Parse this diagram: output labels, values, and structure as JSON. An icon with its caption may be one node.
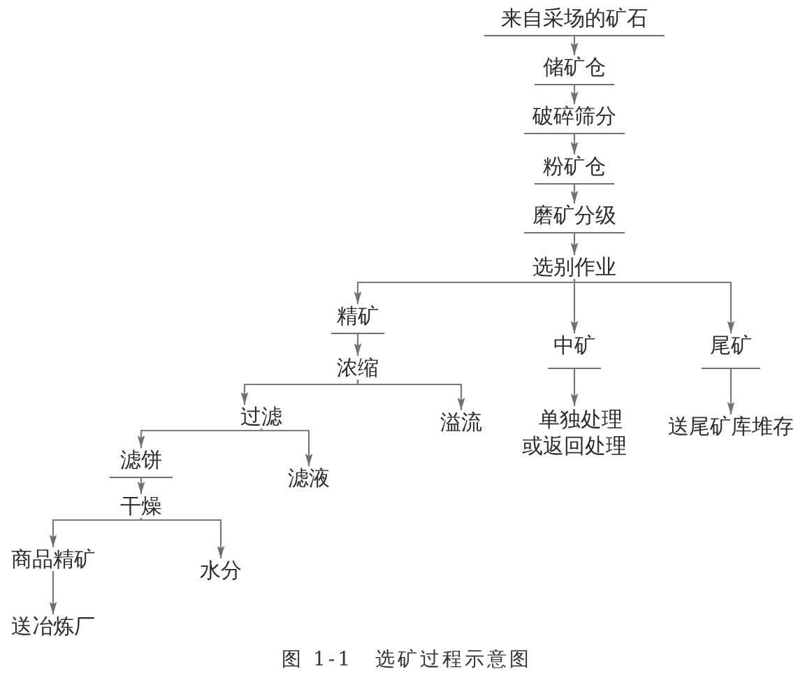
{
  "diagram": {
    "caption": "图 1-1　选矿过程示意图",
    "nodes": [
      {
        "text": [
          "来自采场的矿石"
        ]
      },
      {
        "text": [
          "储矿仓"
        ]
      },
      {
        "text": [
          "破碎筛分"
        ]
      },
      {
        "text": [
          "粉矿仓"
        ]
      },
      {
        "text": [
          "磨矿分级"
        ]
      },
      {
        "text": [
          "选别作业"
        ]
      },
      {
        "text": [
          "精矿"
        ]
      },
      {
        "text": [
          "中矿"
        ]
      },
      {
        "text": [
          "尾矿"
        ]
      },
      {
        "text": [
          "浓缩"
        ]
      },
      {
        "text": [
          "过滤"
        ]
      },
      {
        "text": [
          "溢流"
        ]
      },
      {
        "text": [
          "单独处理或返回处理"
        ]
      },
      {
        "text": [
          "送尾矿库堆存"
        ]
      },
      {
        "text": [
          "滤饼"
        ]
      },
      {
        "text": [
          "滤液"
        ]
      },
      {
        "text": [
          "干燥"
        ]
      },
      {
        "text": [
          "商品精矿"
        ]
      },
      {
        "text": [
          "水分"
        ]
      },
      {
        "text": [
          "送冶炼厂"
        ]
      }
    ],
    "edges": [
      {
        "from": 0,
        "to": 1,
        "arrow": "to"
      },
      {
        "from": 1,
        "to": 2,
        "arrow": "to"
      },
      {
        "from": 2,
        "to": 3,
        "arrow": "to"
      },
      {
        "from": 3,
        "to": 4,
        "arrow": "to"
      },
      {
        "from": 4,
        "to": 5,
        "arrow": "to"
      },
      {
        "from": 5,
        "to": 6,
        "arrow": "to"
      },
      {
        "from": 5,
        "to": 7,
        "arrow": "to"
      },
      {
        "from": 5,
        "to": 8,
        "arrow": "to"
      },
      {
        "from": 6,
        "to": 9,
        "arrow": "to"
      },
      {
        "from": 7,
        "to": 12,
        "arrow": "to"
      },
      {
        "from": 8,
        "to": 13,
        "arrow": "to"
      },
      {
        "from": 9,
        "to": 10,
        "arrow": "to"
      },
      {
        "from": 9,
        "to": 11,
        "arrow": "to"
      },
      {
        "from": 10,
        "to": 14,
        "arrow": "to"
      },
      {
        "from": 10,
        "to": 15,
        "arrow": "to"
      },
      {
        "from": 14,
        "to": 16,
        "arrow": "to"
      },
      {
        "from": 16,
        "to": 17,
        "arrow": "to"
      },
      {
        "from": 16,
        "to": 18,
        "arrow": "to"
      },
      {
        "from": 17,
        "to": 19,
        "arrow": "to"
      }
    ]
  }
}
